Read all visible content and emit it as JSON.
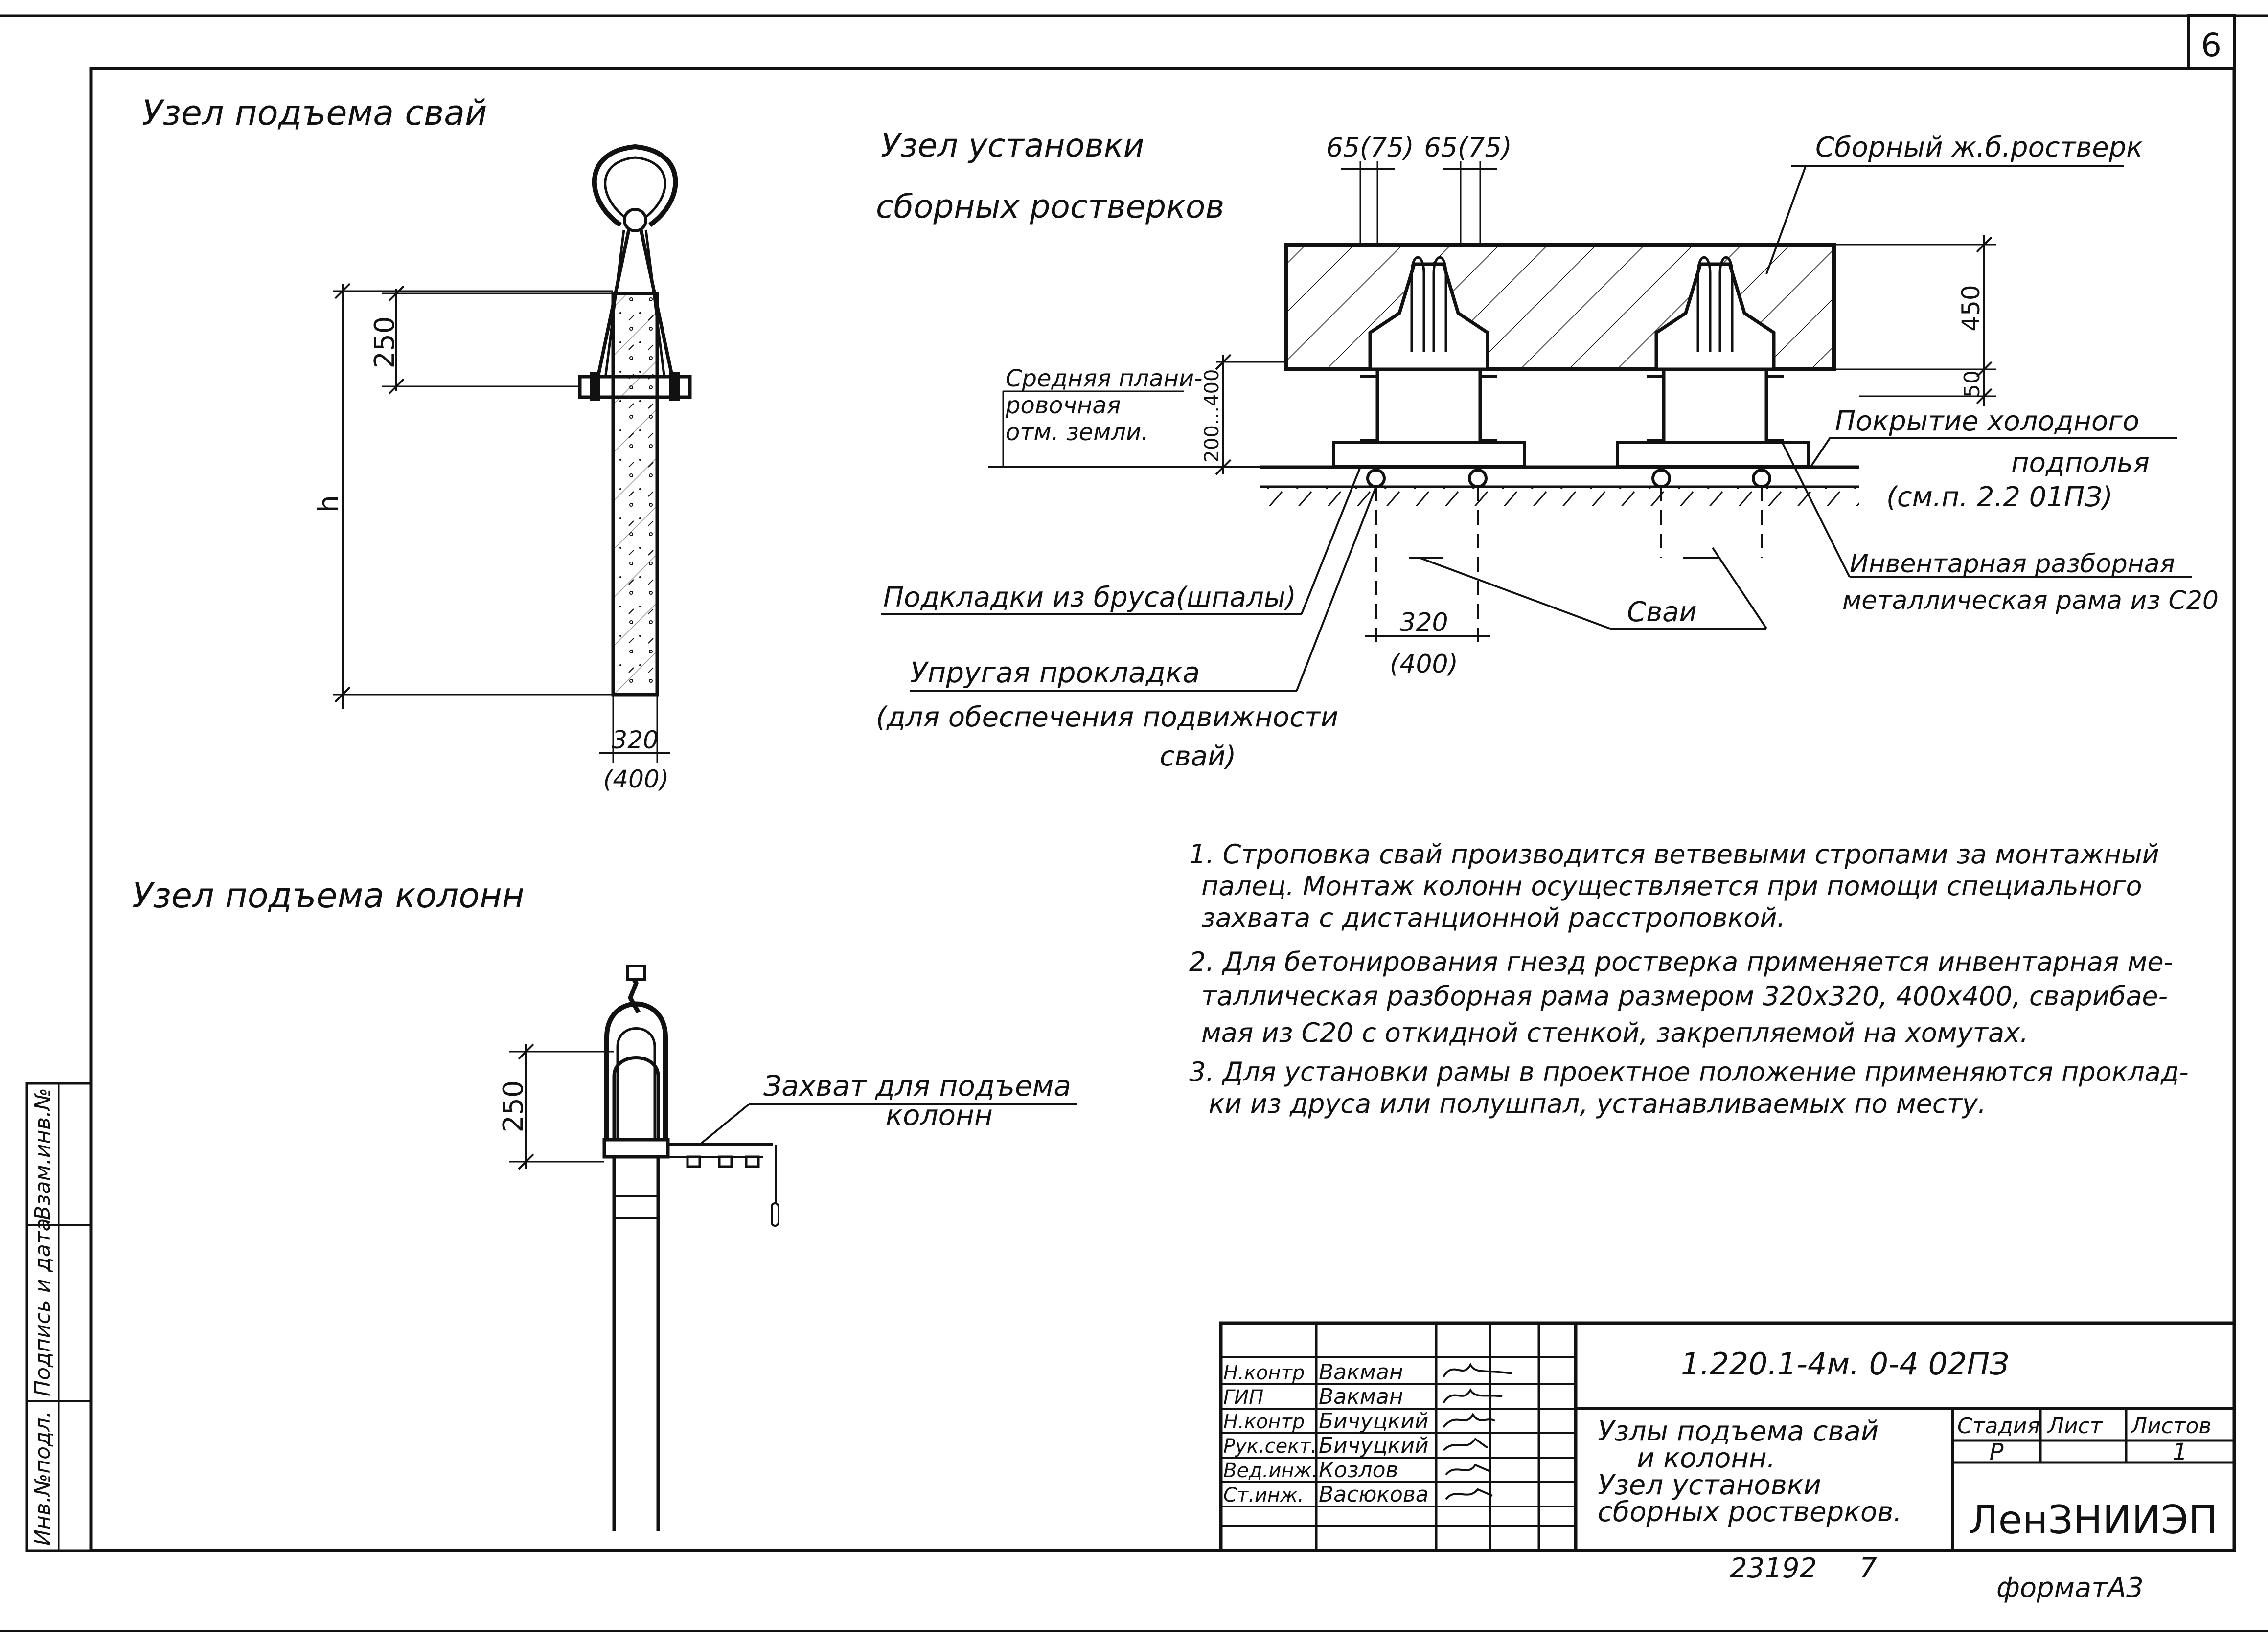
{
  "sheet": {
    "number": "6",
    "format": "форматА3",
    "archive_number": "23192",
    "archive_suffix": "7"
  },
  "titles": {
    "pile_lift": "Узел подъема свай",
    "column_lift": "Узел подъема колонн",
    "install_line1": "Узел   установки",
    "install_line2": "сборных ростверков"
  },
  "pile_lift_dims": {
    "d250": "250",
    "h": "h",
    "d320": "320",
    "d400": "(400)"
  },
  "column_lift_dims": {
    "d250": "250",
    "grip_label_line1": "Захват для подъема",
    "grip_label_line2": "колонн"
  },
  "install_labels": {
    "dim65_75_left": "65(75)",
    "dim65_75_right": "65(75)",
    "precast_grillage": "Сборный ж.б.ростверк",
    "d450": "450",
    "d50": "50",
    "d200_400": "200...400",
    "avg_ground_1": "Средняя плани-",
    "avg_ground_2": "ровочная",
    "avg_ground_3": "отм. земли.",
    "cold_floor_1": "Покрытие холодного",
    "cold_floor_2": "подполья",
    "cold_floor_3": "(см.п. 2.2  01ПЗ)",
    "sleepers": "Подкладки из бруса(шпалы)",
    "elastic_1": "Упругая  прокладка",
    "elastic_2": "(для обеспечения подвижности",
    "elastic_3": "свай)",
    "piles": "Сваи",
    "frame_1": "Инвентарная разборная",
    "frame_2": "металлическая рама из С20",
    "d320": "320",
    "d400": "(400)"
  },
  "notes": [
    "1. Строповка свай производится ветвевыми стропами за монтажный",
    "палец. Монтаж колонн осуществляется при помощи специального",
    "захвата с дистанционной расстроповкой.",
    "2. Для бетонирования гнезд ростверка применяется инвентарная ме-",
    "таллическая разборная рама размером 320х320, 400х400, сварибае-",
    "мая из С20 с откидной стенкой, закрепляемой на хомутах.",
    "3. Для установки рамы в проектное положение применяются проклад-",
    "ки из друса или полушпал, устанавливаемых по месту."
  ],
  "side_stamp": [
    "Инв.№подл.",
    "Подпись и дата",
    "Взам.инв.№"
  ],
  "title_block": {
    "doc_code": "1.220.1-4м. 0-4   02ПЗ",
    "description": [
      "Узлы подъема свай",
      "и колонн.",
      "Узел   установки",
      "сборных ростверков."
    ],
    "stage_header": "Стадия",
    "sheet_header": "Лист",
    "sheets_header": "Листов",
    "stage_value": "Р",
    "sheet_value": "",
    "sheets_value": "1",
    "organization": "ЛенЗНИИЭП",
    "signers": [
      {
        "role": "Н.контр",
        "name": "Вакман"
      },
      {
        "role": "ГИП",
        "name": "Вакман"
      },
      {
        "role": "Н.контр",
        "name": "Бичуцкий"
      },
      {
        "role": "Рук.сект.",
        "name": "Бичуцкий"
      },
      {
        "role": "Вед.инж.",
        "name": "Козлов"
      },
      {
        "role": "Ст.инж.",
        "name": "Васюкова"
      }
    ]
  }
}
